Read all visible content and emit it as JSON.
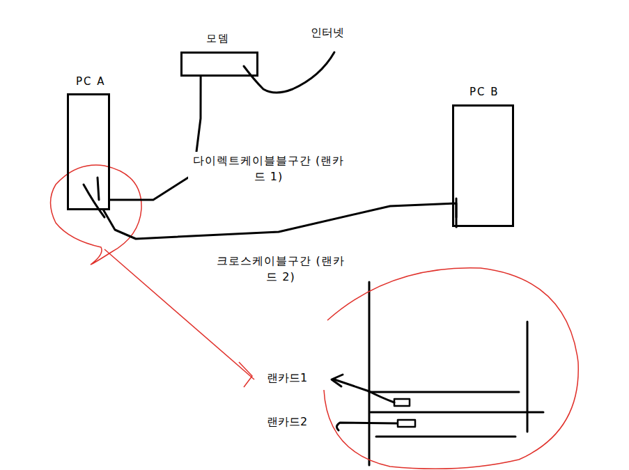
{
  "diagram": {
    "nodes": [
      {
        "text": [
          "모뎀"
        ]
      },
      {
        "text": [
          "PC A"
        ]
      },
      {
        "text": [
          "PC B"
        ]
      }
    ],
    "edges": [
      {
        "from": 0,
        "to": 1,
        "arrow": "none",
        "label": "다이렉트케이블블구간 (랜카드 1)"
      },
      {
        "from": 1,
        "to": 2,
        "arrow": "none",
        "label": "크로스케이블구간 (랜카드 2)"
      }
    ],
    "labels": [
      "인터넷",
      "랜카드1",
      "랜카드2"
    ]
  }
}
